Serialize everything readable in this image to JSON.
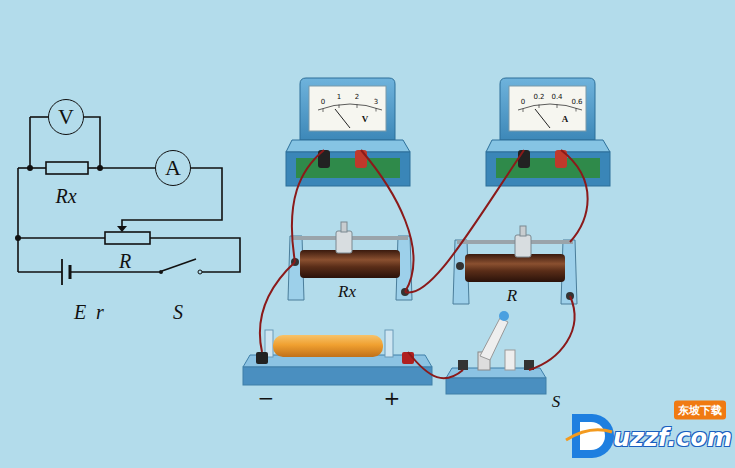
{
  "diagram": {
    "nodes": [
      {
        "text": [
          "V"
        ]
      },
      {
        "text": [
          "A"
        ]
      }
    ],
    "edges": [
      {
        "from": 0,
        "to": 1,
        "arrow": "none"
      }
    ],
    "labels": [
      "Rx",
      "R",
      "E",
      "r",
      "S",
      "0",
      "1",
      "2",
      "3",
      "V",
      "0",
      "0.2",
      "0.4",
      "0.6",
      "A",
      "Rx",
      "R",
      "−",
      "+",
      "S",
      "uzzf.com",
      "东坡下载"
    ]
  }
}
